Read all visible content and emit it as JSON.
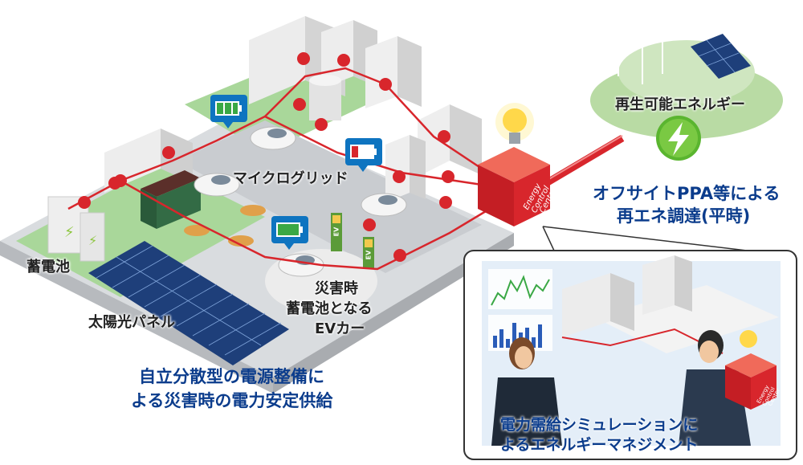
{
  "labels": {
    "microgrid": "マイクログリッド",
    "battery": "蓄電池",
    "solar_panel": "太陽光パネル",
    "ev_line1": "災害時",
    "ev_line2": "蓄電池となる",
    "ev_line3": "EVカー",
    "renewable": "再生可能エネルギー",
    "offsite_line1": "オフサイトPPA等による",
    "offsite_line2": "再エネ調達(平時)",
    "main_line1": "自立分散型の電源整備に",
    "main_line2": "よる災害時の電力安定供給",
    "sim_line1": "電力需給シミュレーションに",
    "sim_line2": "よるエネルギーマネジメント",
    "ecc_line1": "Energy",
    "ecc_line2": "Control",
    "ecc_line3": "Center",
    "ev_sign": "EV"
  },
  "colors": {
    "accent_red": "#d8262c",
    "title_blue": "#0b3c8c",
    "grass": "#a9d79a",
    "road": "#c9ccd0",
    "bolt_green": "#5ab52f"
  }
}
